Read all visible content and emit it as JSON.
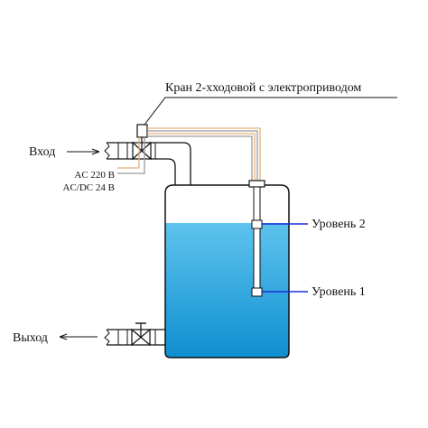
{
  "labels": {
    "valve_title": "Кран 2-хходовой с электроприводом",
    "inlet": "Вход",
    "outlet": "Выход",
    "power_ac": "AC 220 B",
    "power_acdc": "AC/DC 24 B",
    "level2": "Уровень 2",
    "level1": "Уровень 1"
  },
  "colors": {
    "water_top": "#5ec3ee",
    "water_bottom": "#0f8fd0",
    "line": "#111111",
    "level_line": "#1a2fd8",
    "wire_orange": "#e2b27a",
    "wire_gray": "#9a9a9a"
  },
  "icons": {
    "valve": "bowtie-valve-icon",
    "actuator": "motor-actuator-icon",
    "manual_valve": "manual-valve-icon",
    "arrow": "left-arrow-icon"
  }
}
